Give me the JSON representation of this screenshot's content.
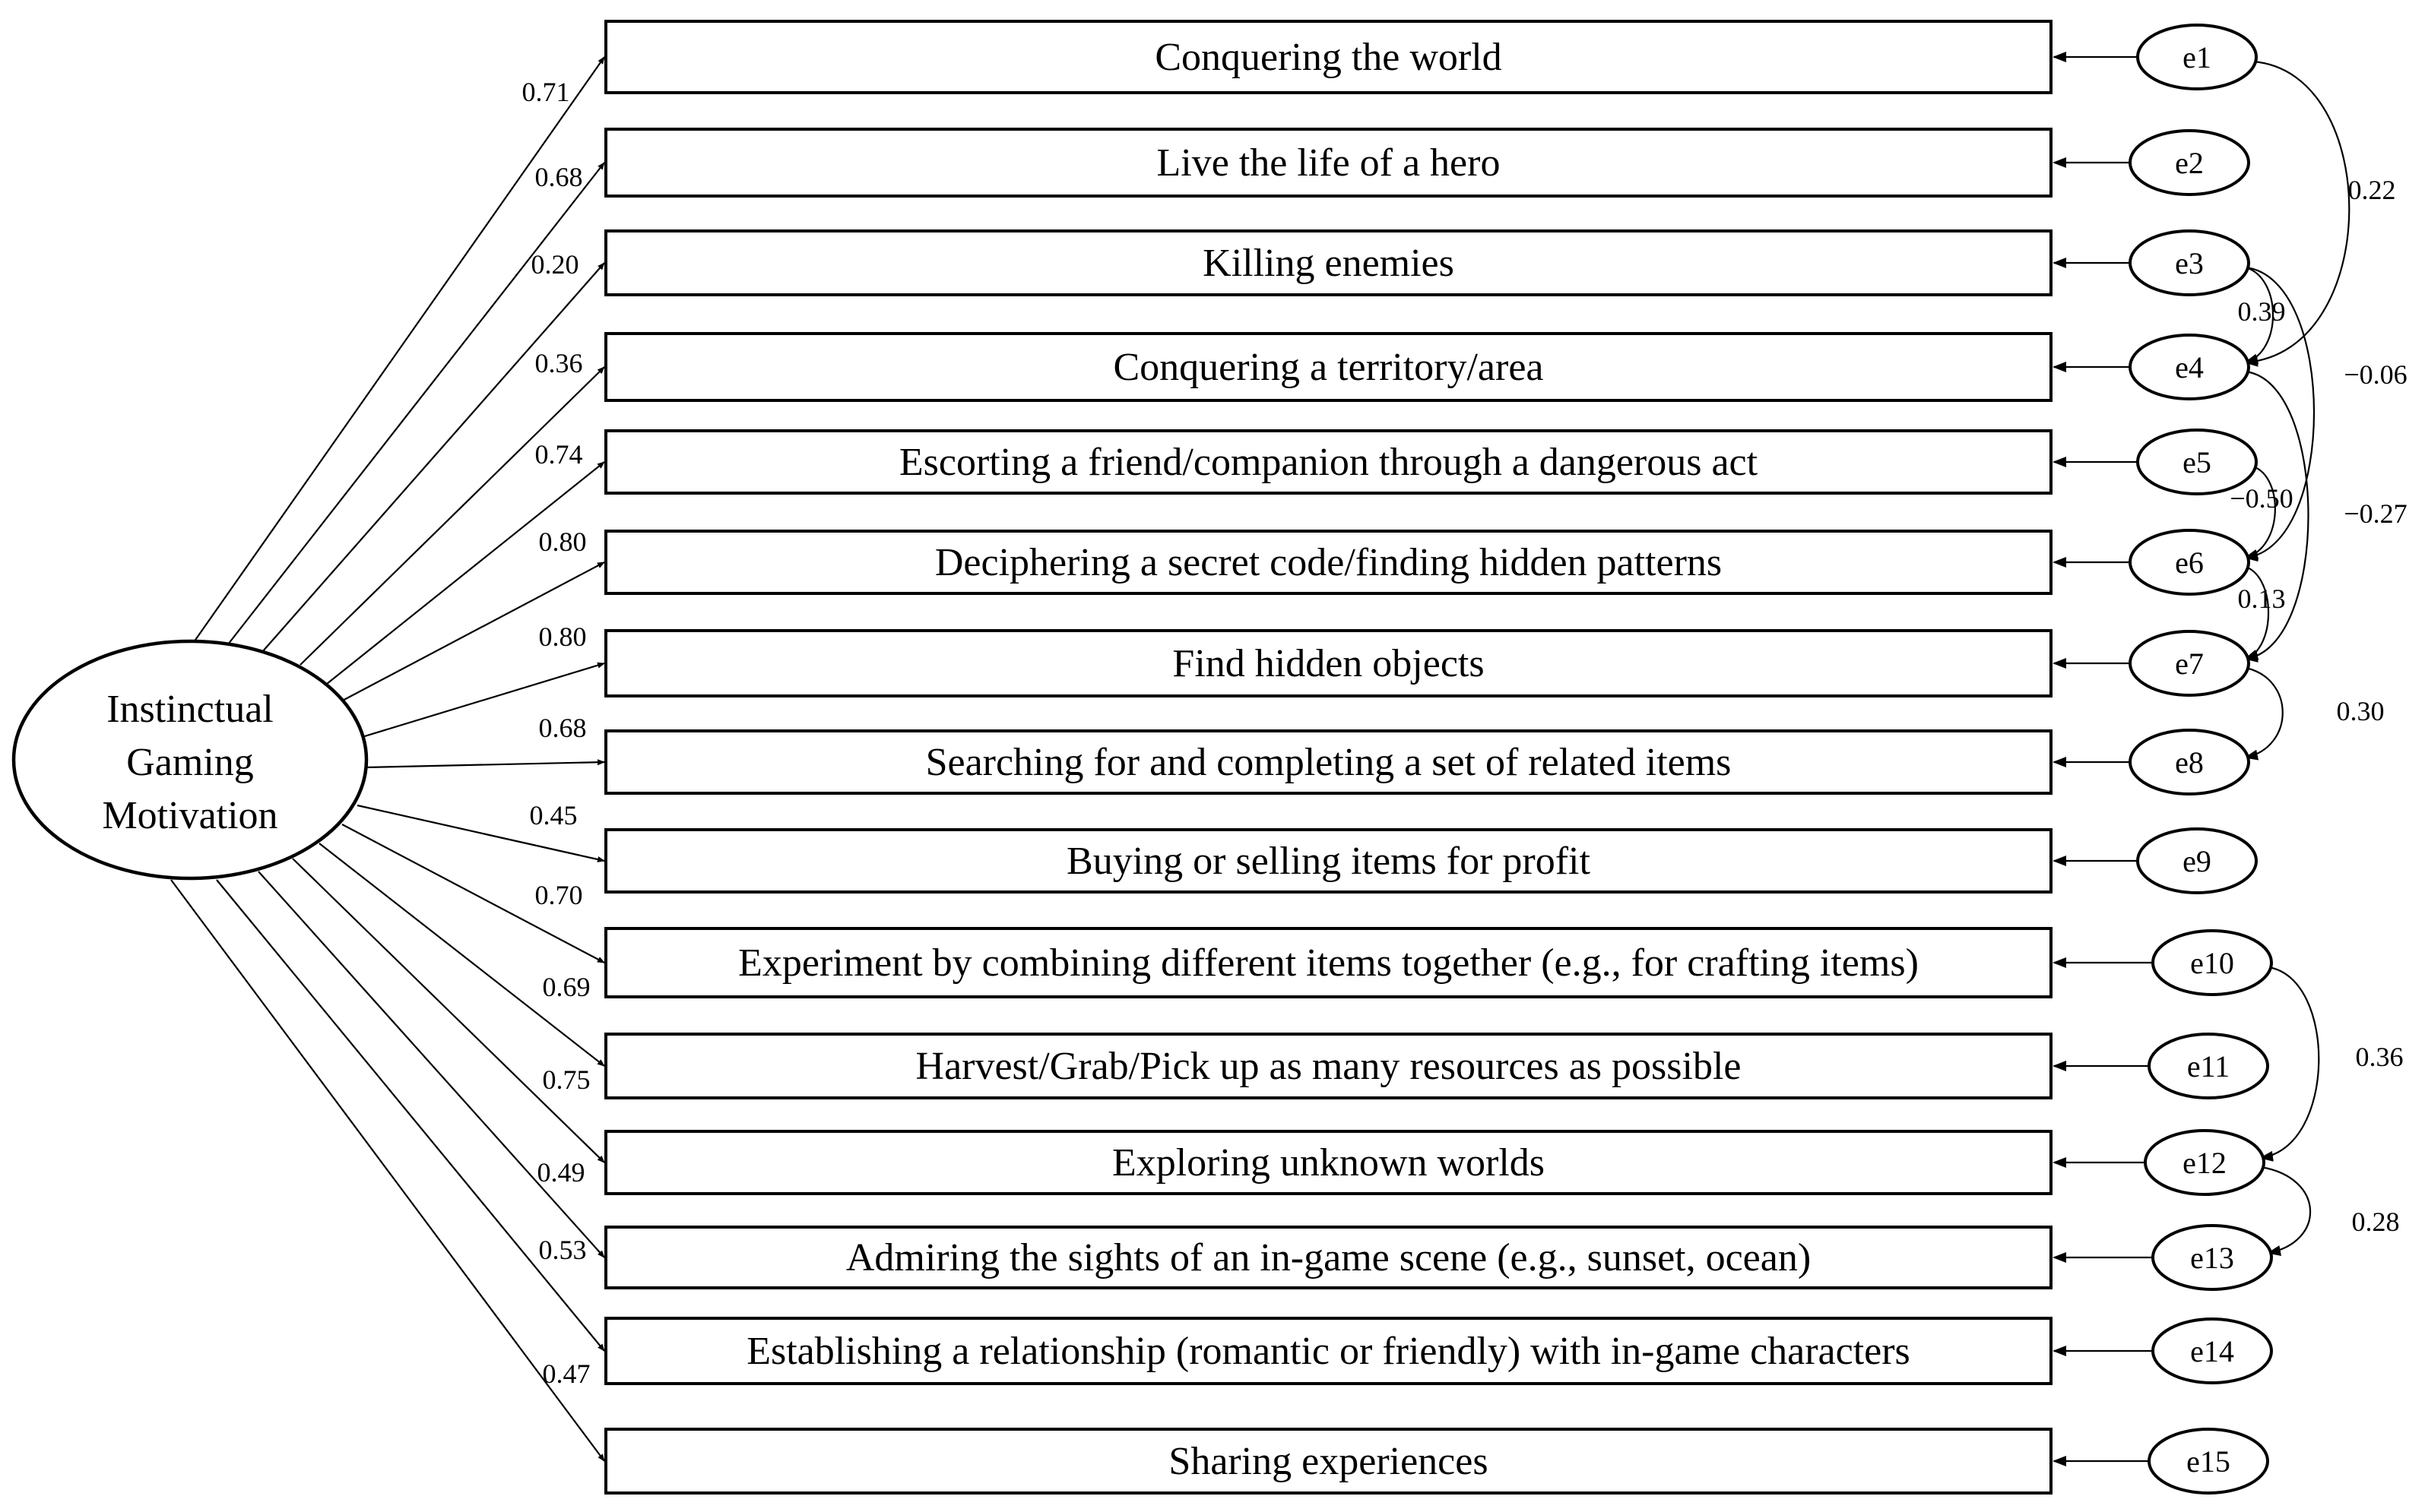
{
  "latent": {
    "lines": [
      "Instinctual",
      "Gaming",
      "Motivation"
    ]
  },
  "items": [
    {
      "label": "Conquering the world",
      "loading": "0.71",
      "error": "e1"
    },
    {
      "label": "Live the life of a hero",
      "loading": "0.68",
      "error": "e2"
    },
    {
      "label": "Killing enemies",
      "loading": "0.20",
      "error": "e3"
    },
    {
      "label": "Conquering a territory/area",
      "loading": "0.36",
      "error": "e4"
    },
    {
      "label": "Escorting a friend/companion through a dangerous act",
      "loading": "0.74",
      "error": "e5"
    },
    {
      "label": "Deciphering a secret code/finding hidden patterns",
      "loading": "0.80",
      "error": "e6"
    },
    {
      "label": "Find hidden objects",
      "loading": "0.80",
      "error": "e7"
    },
    {
      "label": "Searching for and completing a set of related items",
      "loading": "0.68",
      "error": "e8"
    },
    {
      "label": "Buying or selling items for profit",
      "loading": "0.45",
      "error": "e9"
    },
    {
      "label": "Experiment by combining different items together (e.g., for crafting items)",
      "loading": "0.70",
      "error": "e10"
    },
    {
      "label": "Harvest/Grab/Pick up as many resources as possible",
      "loading": "0.69",
      "error": "e11"
    },
    {
      "label": "Exploring unknown worlds",
      "loading": "0.75",
      "error": "e12"
    },
    {
      "label": "Admiring the sights of an in-game scene (e.g., sunset, ocean)",
      "loading": "0.49",
      "error": "e13"
    },
    {
      "label": "Establishing a relationship (romantic or friendly) with in-game characters",
      "loading": "0.53",
      "error": "e14"
    },
    {
      "label": "Sharing experiences",
      "loading": "0.47",
      "error": "e15"
    }
  ],
  "covariances": [
    {
      "from": "e1",
      "to": "e4",
      "value": "0.22"
    },
    {
      "from": "e3",
      "to": "e4",
      "value": "0.39"
    },
    {
      "from": "e3",
      "to": "e6",
      "value": "−0.06"
    },
    {
      "from": "e5",
      "to": "e6",
      "value": "−0.50"
    },
    {
      "from": "e4",
      "to": "e7",
      "value": "−0.27"
    },
    {
      "from": "e6",
      "to": "e7",
      "value": "0.13"
    },
    {
      "from": "e7",
      "to": "e8",
      "value": "0.30"
    },
    {
      "from": "e10",
      "to": "e12",
      "value": "0.36"
    },
    {
      "from": "e12",
      "to": "e13",
      "value": "0.28"
    }
  ]
}
